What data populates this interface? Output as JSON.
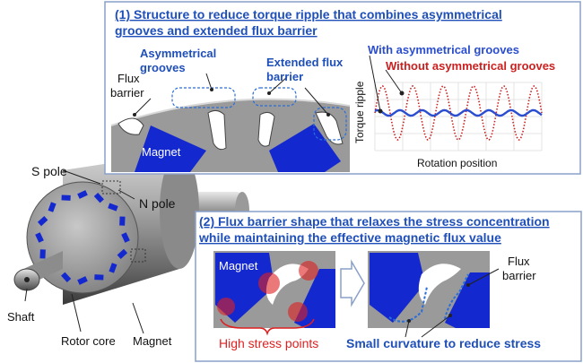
{
  "panel1": {
    "title_line1": "(1) Structure to reduce torque ripple that combines asymmetrical",
    "title_line2": "grooves and extended flux barrier",
    "label_asym_line1": "Asymmetrical",
    "label_asym_line2": "grooves",
    "label_ext_line1": "Extended flux",
    "label_ext_line2": "barrier",
    "label_flux_line1": "Flux",
    "label_flux_line2": "barrier",
    "label_magnet": "Magnet"
  },
  "chart_data": {
    "type": "line",
    "ylabel": "Torque ripple",
    "xlabel": "Rotation position",
    "series": [
      {
        "name": "With asymmetrical grooves",
        "color": "#2a4ecf",
        "style": "solid",
        "amplitude": 0.1,
        "cycles": 7.5
      },
      {
        "name": "Without asymmetrical grooves",
        "color": "#cc1f1f",
        "style": "dotted",
        "amplitude": 1.0,
        "cycles": 5.5
      }
    ]
  },
  "panel2": {
    "title_line1": "(2) Flux barrier shape that relaxes the stress concentration",
    "title_line2": "while maintaining the effective magnetic flux value",
    "label_magnet": "Magnet",
    "label_flux_line1": "Flux",
    "label_flux_line2": "barrier",
    "label_high_stress": "High stress points",
    "label_small_curv": "Small curvature to reduce stress"
  },
  "rotor": {
    "label_s_pole": "S pole",
    "label_n_pole": "N pole",
    "label_shaft": "Shaft",
    "label_rotor_core": "Rotor core",
    "label_magnet": "Magnet"
  },
  "colors": {
    "accent_blue": "#1f4fb8",
    "magnet_blue": "#1428d0",
    "stress_red": "#e02020",
    "panel_border": "#8aa0c8"
  }
}
